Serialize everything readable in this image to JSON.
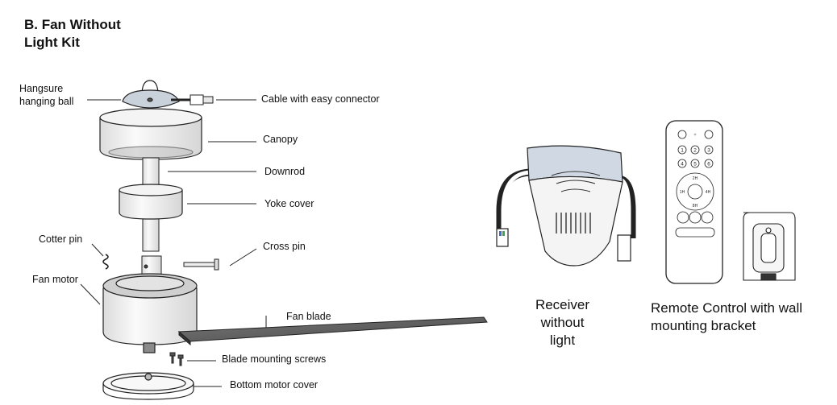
{
  "title": "B. Fan Without Light Kit",
  "labels": {
    "hanging_ball": "Hangsure\nhanging ball",
    "cable": "Cable with easy connector",
    "canopy": "Canopy",
    "downrod": "Downrod",
    "yoke_cover": "Yoke cover",
    "cotter_pin": "Cotter pin",
    "cross_pin": "Cross pin",
    "fan_motor": "Fan motor",
    "fan_blade": "Fan blade",
    "blade_screws": "Blade mounting screws",
    "bottom_cover": "Bottom motor cover"
  },
  "captions": {
    "receiver": "Receiver\nwithout\nlight",
    "remote": "Remote Control with wall\nmounting bracket"
  },
  "remote_buttons": {
    "digits": [
      "1",
      "2",
      "3",
      "4",
      "5",
      "6"
    ],
    "timer_top": "2H",
    "timer_left": "1H",
    "timer_right": "4H",
    "timer_bottom": "8H"
  },
  "colors": {
    "line": "#222222",
    "face": "#f2f2f2",
    "shade": "#d8d8d8",
    "blade": "#5a5a5a",
    "accent_blue": "#cfd8e3"
  }
}
